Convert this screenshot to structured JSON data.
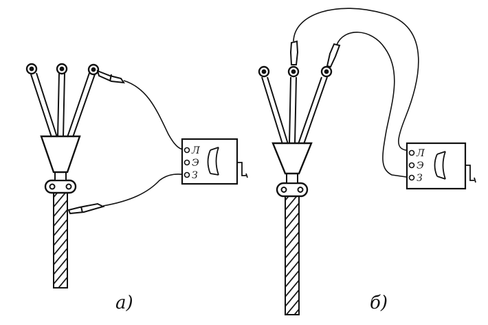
{
  "diagrams": [
    {
      "id": "a",
      "caption": "а)",
      "megger": {
        "terminals": [
          "Л",
          "Э",
          "З"
        ]
      }
    },
    {
      "id": "b",
      "caption": "б)",
      "megger": {
        "terminals": [
          "Л",
          "Э",
          "З"
        ]
      }
    }
  ],
  "colors": {
    "ink": "#111111",
    "paper": "#ffffff"
  }
}
